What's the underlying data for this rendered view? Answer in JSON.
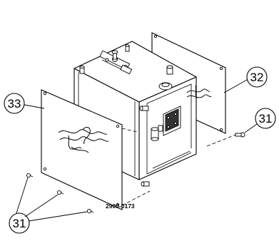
{
  "figure": {
    "part_number": "2900-0173",
    "callouts": [
      {
        "id": "c32",
        "label": "32"
      },
      {
        "id": "c33",
        "label": "33"
      },
      {
        "id": "c31a",
        "label": "31"
      },
      {
        "id": "c31b",
        "label": "31"
      }
    ]
  }
}
